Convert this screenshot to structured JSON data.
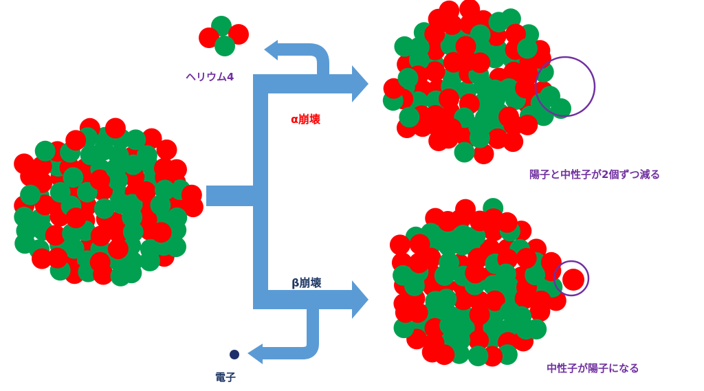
{
  "labels": {
    "helium4": "ヘリウム4",
    "alpha_decay": "α崩壊",
    "beta_decay": "β崩壊",
    "electron": "電子",
    "alpha_result": "陽子と中性子が2個ずつ減る",
    "beta_result": "中性子が陽子になる"
  },
  "colors": {
    "proton": "#ff0000",
    "neutron": "#00a050",
    "arrow": "#5b9bd5",
    "label_purple": "#7030a0",
    "label_red": "#ff0000",
    "label_navy": "#1f3864",
    "electron": "#1f2f6b",
    "highlight_circle": "#7030a0"
  }
}
